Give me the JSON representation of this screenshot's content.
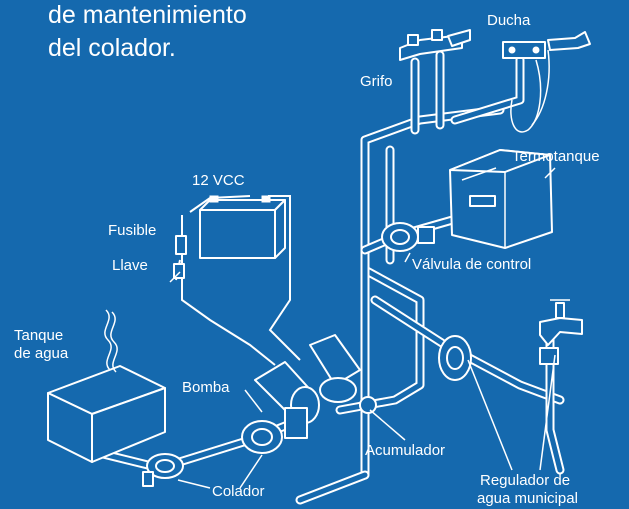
{
  "title": {
    "line1": "de mantenimiento",
    "line2": "del colador."
  },
  "labels": {
    "ducha": "Ducha",
    "grifo": "Grifo",
    "termotanque": "Termotanque",
    "vcc": "12 VCC",
    "fusible": "Fusible",
    "llave": "Llave",
    "valvula": "Válvula de control",
    "tanque_1": "Tanque",
    "tanque_2": "de agua",
    "bomba": "Bomba",
    "acumulador": "Acumulador",
    "colador": "Colador",
    "regulador_1": "Regulador de",
    "regulador_2": "agua municipal"
  },
  "colors": {
    "background": "#1569ae",
    "line_art": "#ffffff",
    "text": "#ffffff"
  },
  "icons": [
    "shower-icon",
    "faucet-icon",
    "water-heater-icon",
    "battery-icon",
    "fuse-icon",
    "switch-icon",
    "check-valve-icon",
    "water-tank-icon",
    "pump-icon",
    "accumulator-icon",
    "strainer-icon",
    "regulator-icon",
    "spigot-icon"
  ]
}
